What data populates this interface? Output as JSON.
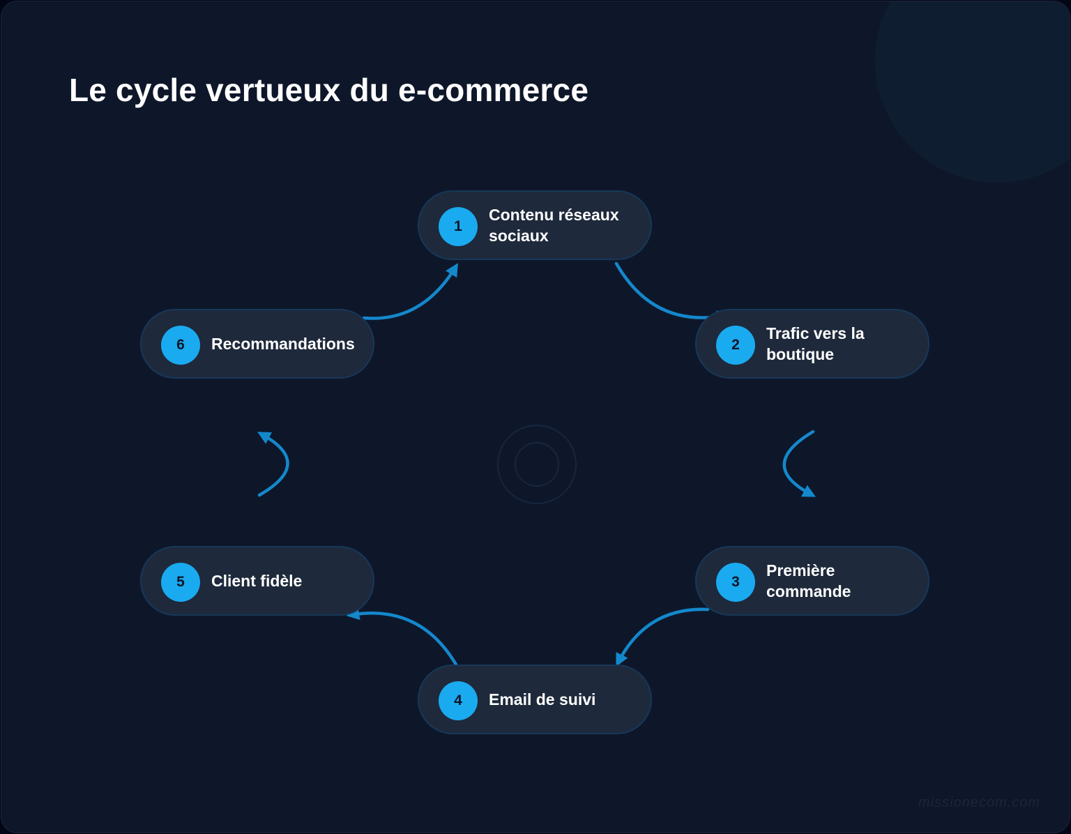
{
  "title": "Le cycle vertueux du e-commerce",
  "steps": [
    {
      "number": "1",
      "label": "Contenu réseaux sociaux"
    },
    {
      "number": "2",
      "label": "Trafic vers la boutique"
    },
    {
      "number": "3",
      "label": "Première commande"
    },
    {
      "number": "4",
      "label": "Email de suivi"
    },
    {
      "number": "5",
      "label": "Client fidèle"
    },
    {
      "number": "6",
      "label": "Recommandations"
    }
  ],
  "watermark": "missionecom.com",
  "colors": {
    "background": "#0e172a",
    "node": "#1e293b",
    "accent": "#1aaaf0",
    "arrow": "#1488cc"
  }
}
